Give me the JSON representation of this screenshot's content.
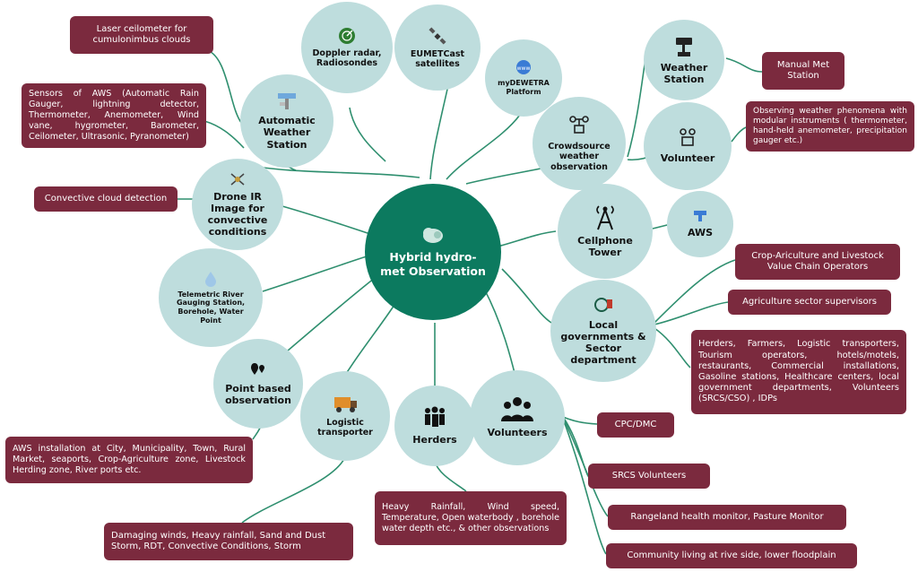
{
  "center": {
    "label": "Hybrid hydro-met Observation"
  },
  "nodes": {
    "doppler": "Doppler radar, Radiosondes",
    "eumetcast": "EUMETCast satellites",
    "mydewetra": "myDEWETRA Platform",
    "weather_station": "Weather Station",
    "aws_station": "Automatic Weather Station",
    "crowdsource": "Crowdsource weather observation",
    "volunteer": "Volunteer",
    "drone": "Drone IR Image for convective conditions",
    "cellphone": "Cellphone Tower",
    "aws_small": "AWS",
    "telemetric": "Telemetric River Gauging Station, Borehole, Water Point",
    "local_gov": "Local governments & Sector department",
    "point_based": "Point based observation",
    "logistic": "Logistic transporter",
    "herders": "Herders",
    "volunteers": "Volunteers"
  },
  "boxes": {
    "laser": "Laser ceilometer for cumulonimbus clouds",
    "sensors": "Sensors of AWS (Automatic Rain Gauger, lightning detector, Thermometer, Anemometer, Wind vane, hygrometer, Barometer, Ceilometer, Ultrasonic, Pyranometer)",
    "convective": "Convective cloud detection",
    "manual_met": "Manual Met Station",
    "observing": "Observing weather phenomena with modular instruments ( thermometer, hand-held anemometer, precipitation gauger etc.)",
    "crop": "Crop-Ariculture and Livestock Value Chain Operators",
    "agri_sup": "Agriculture sector supervisors",
    "herders_list": "Herders, Farmers, Logistic transporters, Tourism operators, hotels/motels, restaurants, Commercial installations, Gasoline stations, Healthcare centers, local government departments, Volunteers (SRCS/CSO) , IDPs",
    "cpc": "CPC/DMC",
    "srcs": "SRCS Volunteers",
    "rangeland": "Rangeland health monitor, Pasture Monitor",
    "community": "Community living at rive side, lower floodplain",
    "aws_install": "AWS installation at City, Municipality, Town, Rural Market, seaports, Crop-Agriculture zone, Livestock Herding zone, River ports etc.",
    "damaging": "Damaging winds, Heavy rainfall, Sand and Dust Storm, RDT, Convective Conditions, Storm",
    "heavy_rain": "Heavy Rainfall, Wind speed, Temperature, Open waterbody , borehole water depth etc., & other observations"
  },
  "icons": {
    "center": "cloud-rain-icon",
    "doppler": "radar-icon",
    "eumetcast": "satellite-icon",
    "mydewetra": "www-globe-icon",
    "weather_station": "weather-station-icon",
    "aws_station": "automatic-weather-station-icon",
    "crowdsource": "anemometer-icon",
    "volunteer": "measuring-instrument-icon",
    "drone": "drone-icon",
    "cellphone": "cell-tower-icon",
    "aws_small": "aws-device-icon",
    "telemetric": "water-drop-icon",
    "local_gov": "government-icon",
    "point_based": "map-marker-icon",
    "logistic": "truck-icon",
    "herders": "people-group-icon",
    "volunteers": "volunteers-group-icon"
  },
  "colors": {
    "center": "#0c7a5f",
    "node": "#bedddd",
    "box": "#7b2a3e",
    "line": "#2f8f6f"
  }
}
